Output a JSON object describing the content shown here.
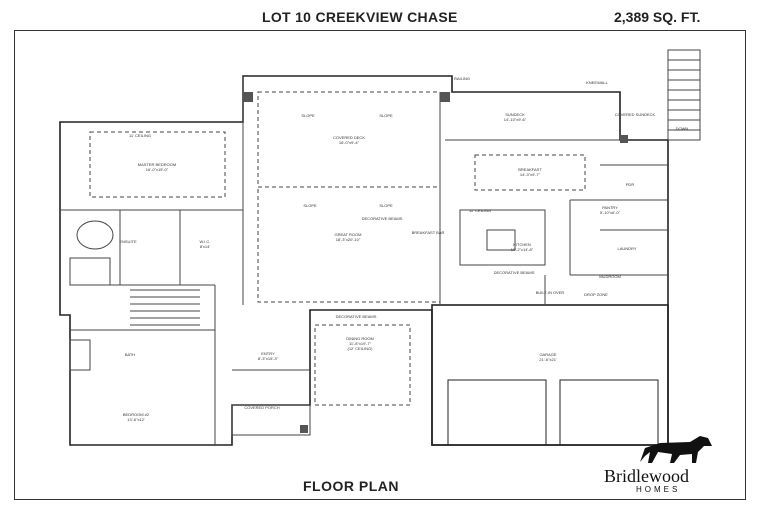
{
  "header": {
    "lot_title": "LOT 10 CREEKVIEW CHASE",
    "area": "2,389 SQ. FT."
  },
  "footer": {
    "plan_title": "FLOOR PLAN",
    "brand_name": "Bridlewood",
    "brand_sub": "HOMES"
  },
  "rooms": {
    "railing": "RAILING",
    "kneewall": "KNEEWALL",
    "sundeck": "SUNDECK",
    "sundeck_dim": "14'-10\"x9'-6\"",
    "covered_sundeck": "COVERED SUNDECK",
    "down": "DOWN",
    "slope": "SLOPE",
    "covered_deck": "COVERED DECK",
    "covered_deck_dim": "16'-0\"x9'-4\"",
    "master_ceiling": "11' CEILING",
    "master_bedroom": "MASTER BEDROOM",
    "master_bedroom_dim": "16'-0\"x15'-0\"",
    "breakfast": "BREAKFAST",
    "breakfast_dim": "14'-3\"x9'-7\"",
    "pdr": "PDR",
    "pantry": "PANTRY",
    "pantry_dim": "5'-10\"x6'-0\"",
    "ensuite": "ENSUITE",
    "wic": "W.I.C.",
    "wic_dim": "8'x14'",
    "great_room": "GREAT ROOM",
    "great_room_dim": "18'-3\"x20'-10\"",
    "decorative_beams": "DECORATIVE BEAMS",
    "ceiling_11": "11' CEILING",
    "breakfast_bar": "BREAKFAST BAR",
    "kitchen": "KITCHEN",
    "kitchen_dim": "10'-2\"x14'-8\"",
    "laundry": "LAUNDRY",
    "mudroom": "MUDROOM",
    "built_in": "BUILT-IN OVER",
    "drop_zone": "DROP ZONE",
    "dining_room": "DINING ROOM",
    "dining_dim": "11'-8\"x19'-7\"",
    "dining_ceiling": "(12' CEILING)",
    "bath": "BATH",
    "entry": "ENTRY",
    "entry_dim": "8'-3\"x15'-3\"",
    "garage": "GARAGE",
    "garage_dim": "21'-6\"x21'",
    "bedroom2": "BEDROOM #2",
    "bedroom2_dim": "13'-6\"x12'",
    "covered_porch": "COVERED PORCH"
  }
}
